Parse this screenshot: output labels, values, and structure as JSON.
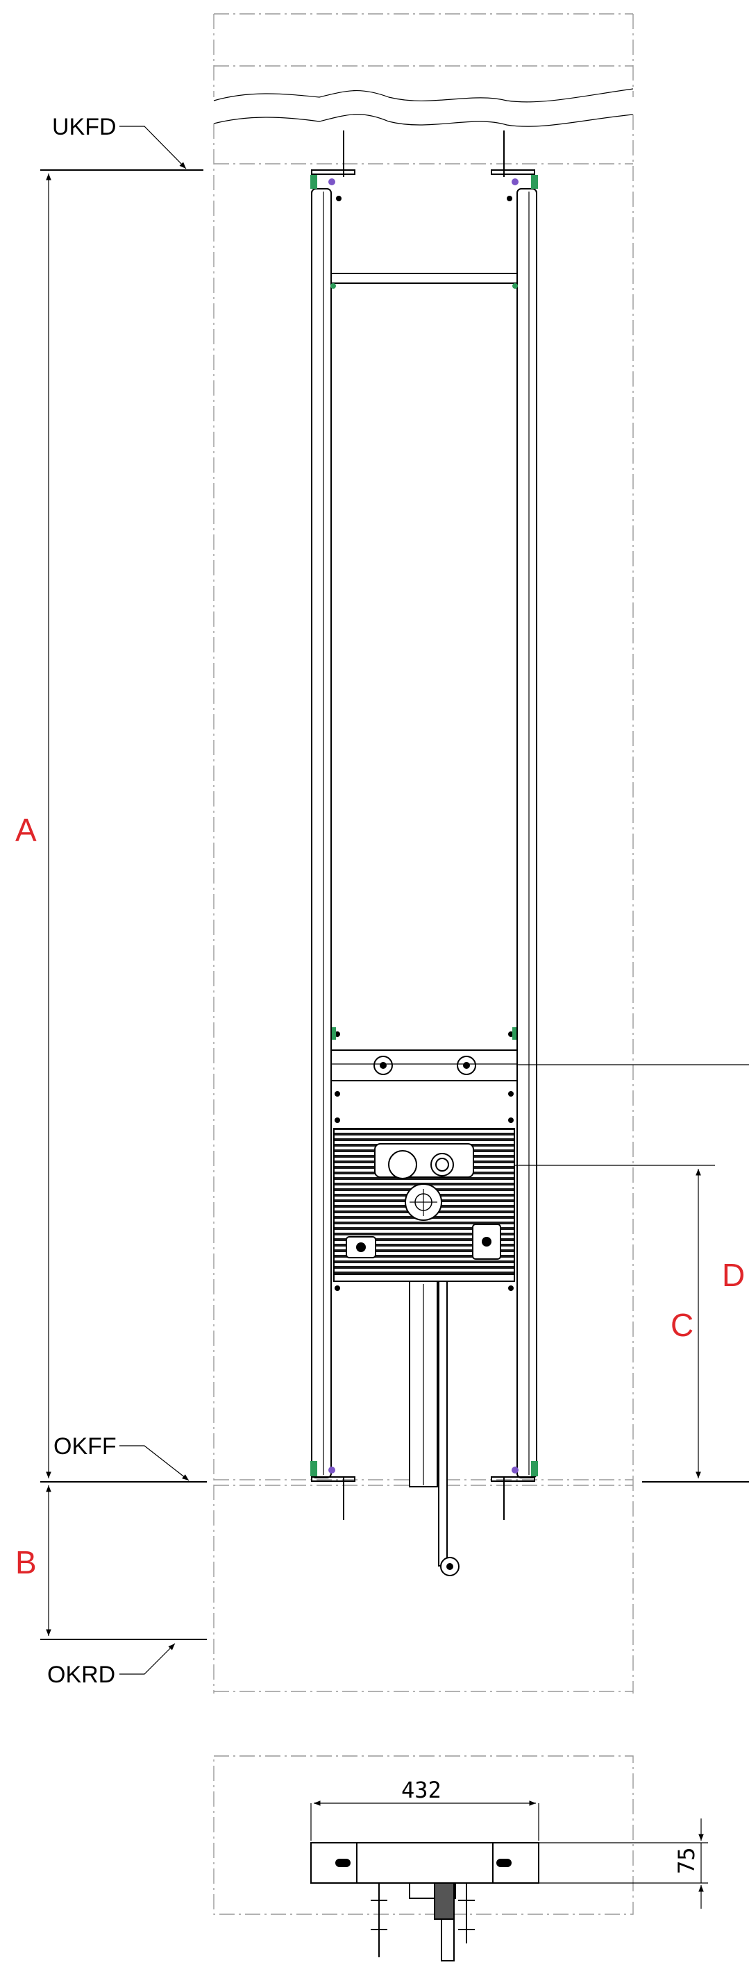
{
  "labels": {
    "ukfd": "UKFD",
    "okff": "OKFF",
    "okrd": "OKRD"
  },
  "dimensions": {
    "a": "A",
    "b": "B",
    "c": "C",
    "d": "D",
    "width_value": "432",
    "depth_value": "75"
  },
  "colors": {
    "dimension_letters": "#e0262a",
    "clamps": "#2d9c5a",
    "clips": "#7b55c7"
  }
}
